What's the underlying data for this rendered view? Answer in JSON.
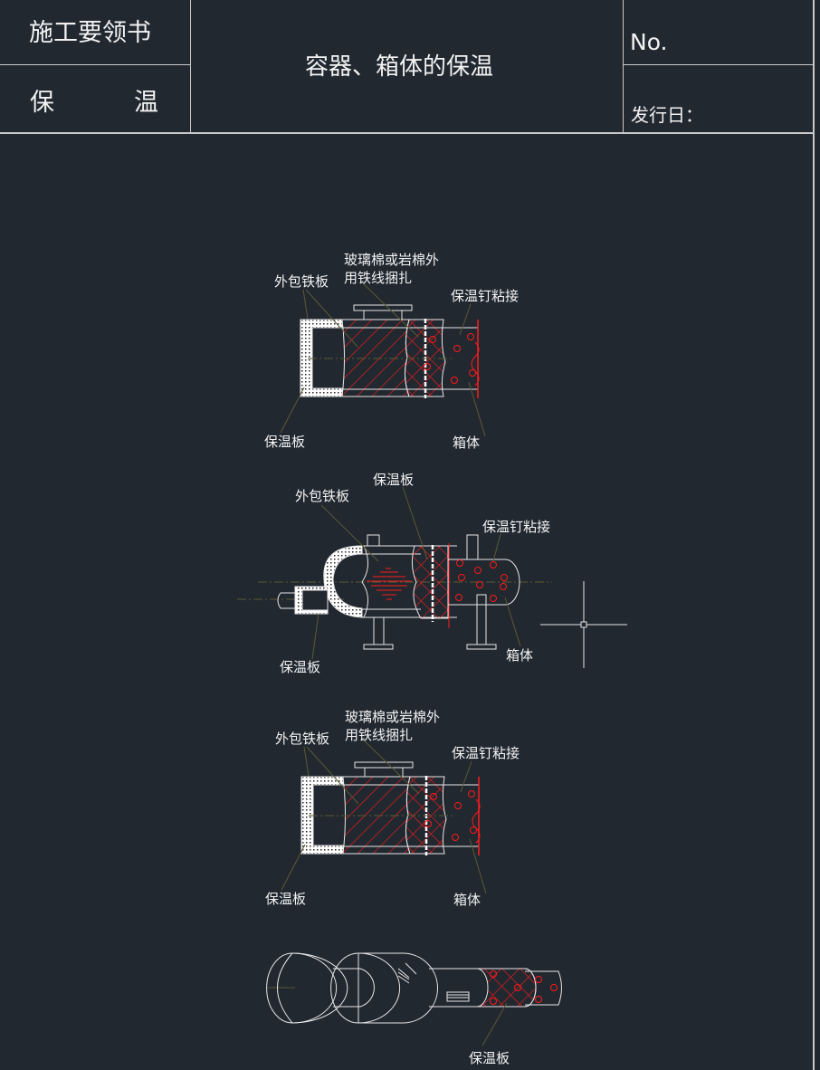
{
  "title_block": {
    "doc_type": "施工要领书",
    "category_left": "保",
    "category_right": "温",
    "title": "容器、箱体的保温",
    "number_label": "No.",
    "issue_date_label": "发行日："
  },
  "drawing1": {
    "outer_sheet": "外包铁板",
    "wool_line1": "玻璃棉或岩棉外",
    "wool_line2": "用铁线捆扎",
    "pin": "保温钉粘接",
    "board": "保温板",
    "box": "箱体"
  },
  "drawing2": {
    "board_top": "保温板",
    "outer_sheet": "外包铁板",
    "pin": "保温钉粘接",
    "board": "保温板",
    "box": "箱体"
  },
  "drawing3": {
    "outer_sheet": "外包铁板",
    "wool_line1": "玻璃棉或岩棉外",
    "wool_line2": "用铁线捆扎",
    "pin": "保温钉粘接",
    "board": "保温板",
    "box": "箱体"
  },
  "drawing4": {
    "board": "保温板"
  },
  "colors": {
    "background": "#212830",
    "lines": "#e6e6e6",
    "insulation": "#ff1a1a",
    "leader": "#5c5a32"
  }
}
